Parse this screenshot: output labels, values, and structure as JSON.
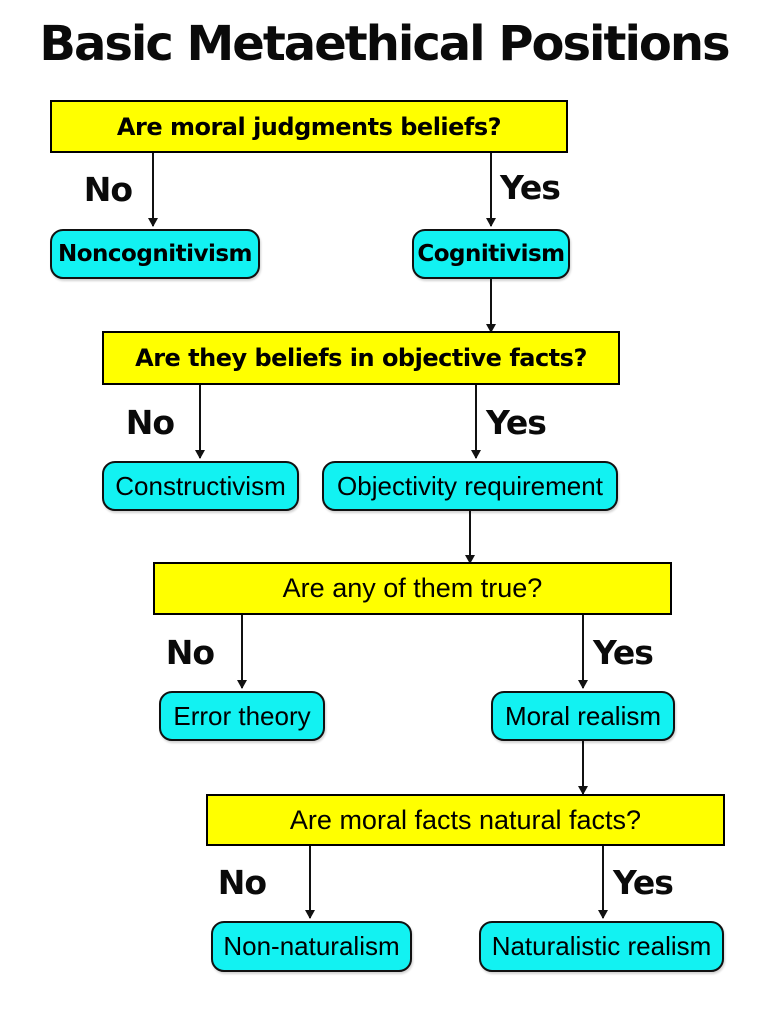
{
  "title": "Basic Metaethical Positions",
  "colors": {
    "question_fill": "#FFFF00",
    "answer_fill": "#12F2F2",
    "line": "#111111",
    "text": "#000000"
  },
  "flowchart": {
    "levels": [
      {
        "question": "Are moral judgments beliefs?",
        "no_label": "No",
        "yes_label": "Yes",
        "no_answer": "Noncognitivism",
        "yes_answer": "Cognitivism"
      },
      {
        "question": "Are they beliefs in objective facts?",
        "no_label": "No",
        "yes_label": "Yes",
        "no_answer": "Constructivism",
        "yes_answer": "Objectivity requirement"
      },
      {
        "question": "Are any of them true?",
        "no_label": "No",
        "yes_label": "Yes",
        "no_answer": "Error theory",
        "yes_answer": "Moral realism"
      },
      {
        "question": "Are moral facts natural facts?",
        "no_label": "No",
        "yes_label": "Yes",
        "no_answer": "Non-naturalism",
        "yes_answer": "Naturalistic realism"
      }
    ]
  }
}
